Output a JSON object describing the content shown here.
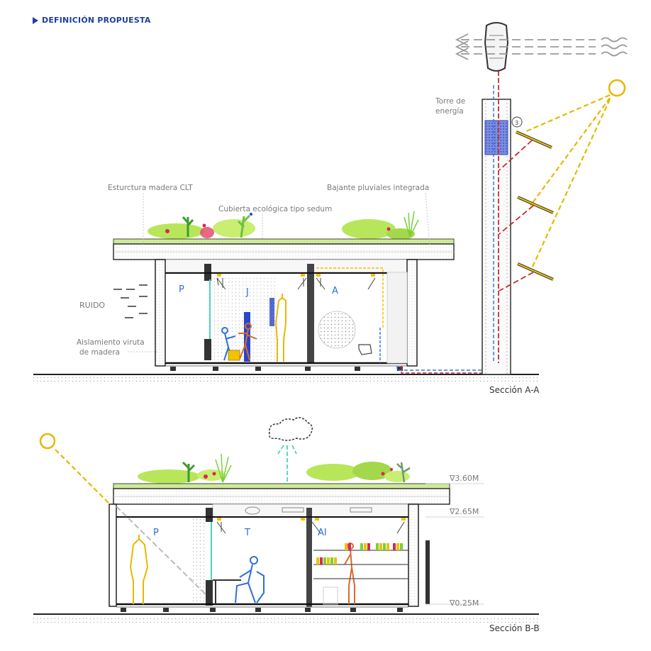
{
  "header": {
    "title": "DEFINICIÓN PROPUESTA"
  },
  "section_a": {
    "caption": "Sección A-A",
    "labels": {
      "estructura": "Esturctura madera CLT",
      "cubierta": "Cubierta ecológica tipo sedum",
      "bajante": "Bajante pluviales integrada",
      "ruido": "RUIDO",
      "aislamiento_1": "Aislamiento viruta",
      "aislamiento_2": "de madera",
      "torre_1": "Torre de",
      "torre_2": "energía"
    },
    "rooms": [
      "P",
      "J",
      "A"
    ]
  },
  "section_b": {
    "caption": "Sección B-B",
    "rooms": [
      "P",
      "T",
      "AI"
    ],
    "levels": [
      "∇3.60M",
      "∇2.65M",
      "∇0.25M"
    ]
  },
  "colors": {
    "accent_blue": "#1f3f99",
    "room_letter": "#2f6fd6",
    "sun": "#e8b800",
    "roof_green": "#b8e65a",
    "water": "#3a78d8",
    "energy": "#cc2b2b",
    "rain": "#4fd1b8"
  },
  "icons": [
    "sun-icon",
    "wind-icon",
    "cloud-icon",
    "wind-turbine-icon",
    "solar-panel-icon"
  ]
}
